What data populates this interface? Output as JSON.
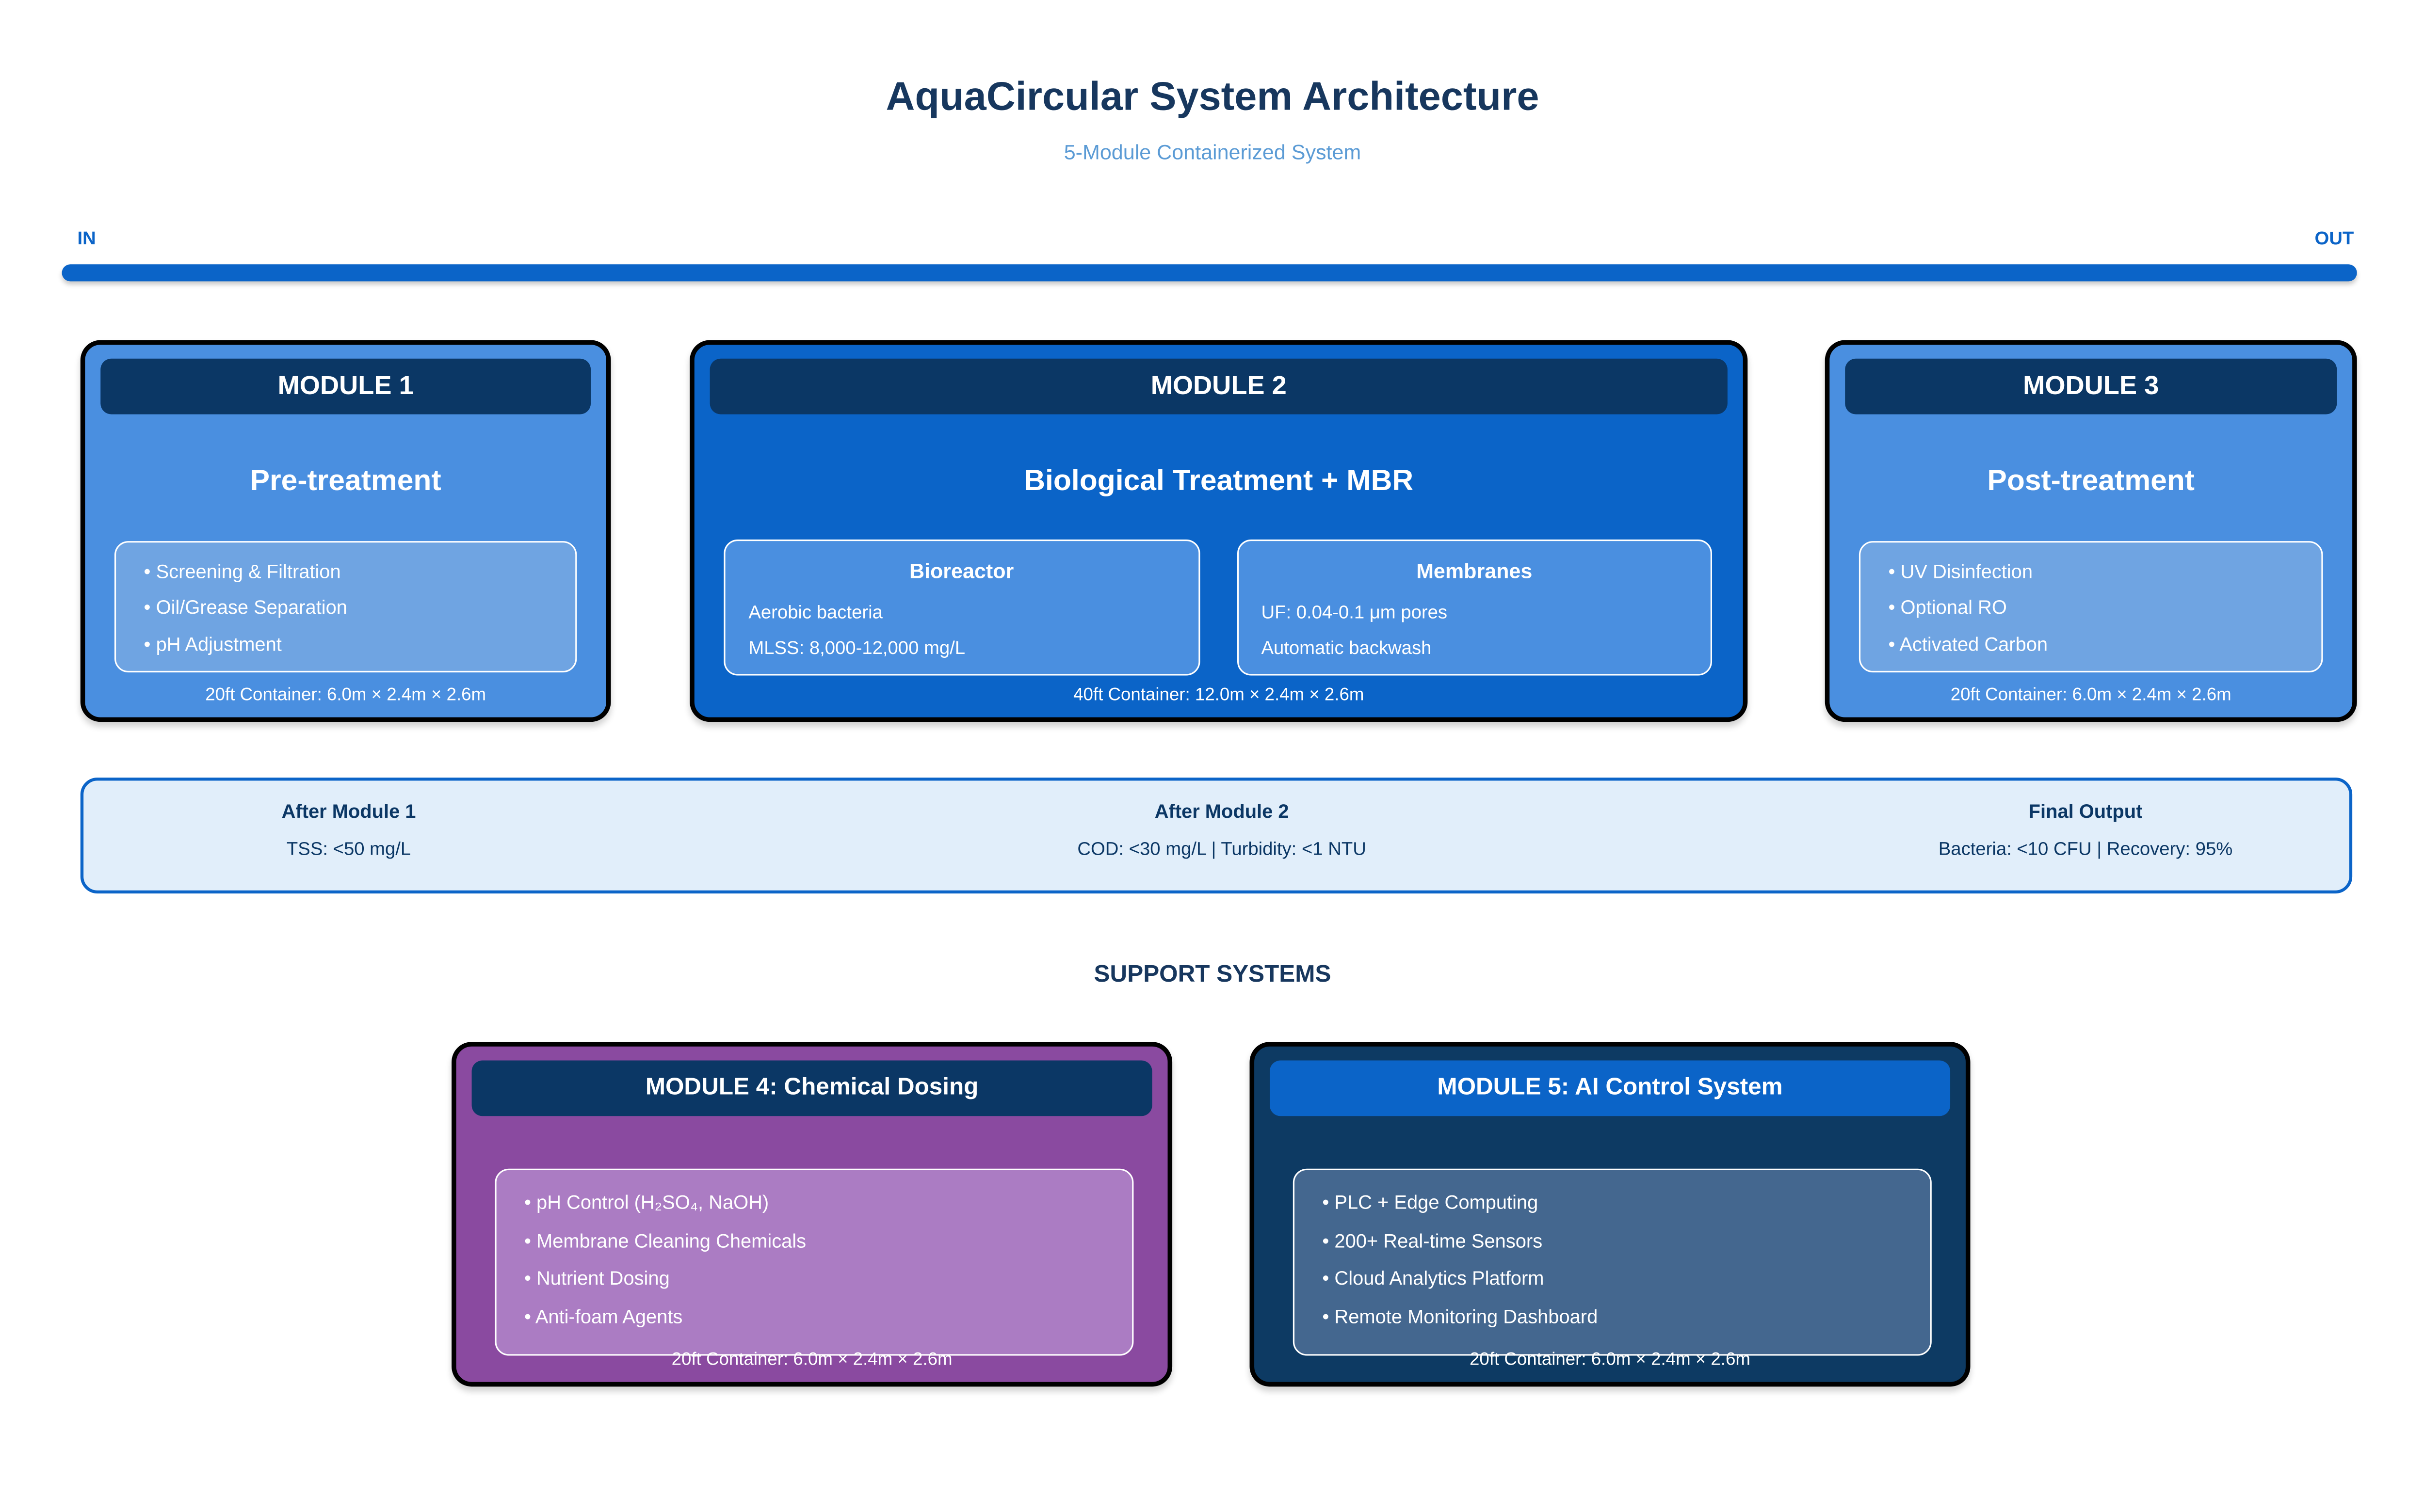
{
  "header": {
    "title": "AquaCircular System Architecture",
    "subtitle": "5-Module Containerized System"
  },
  "flow": {
    "in_label": "IN",
    "out_label": "OUT"
  },
  "colors": {
    "accent_blue": "#0B64C8",
    "navy": "#0B3765",
    "title_navy": "#17375E",
    "module_blue": "#4A8FE0",
    "panel_light_blue": "#6FA4E2",
    "strip_bg": "#E1EEFA",
    "purple": "#8A4AA0",
    "purple_light": "#AB7CC3",
    "dark_navy_module": "#0D3A63",
    "steel_blue_panel": "#44678F",
    "subtitle_blue": "#5B9BD5"
  },
  "modules_main": [
    {
      "header": "MODULE 1",
      "subtitle": "Pre-treatment",
      "bullets": [
        "• Screening & Filtration",
        "• Oil/Grease Separation",
        "• pH Adjustment"
      ],
      "caption": "20ft Container: 6.0m × 2.4m × 2.6m"
    },
    {
      "header": "MODULE 2",
      "subtitle": "Biological Treatment + MBR",
      "subboxes": [
        {
          "title": "Bioreactor",
          "lines": [
            "Aerobic bacteria",
            "MLSS: 8,000-12,000 mg/L"
          ]
        },
        {
          "title": "Membranes",
          "lines": [
            "UF: 0.04-0.1 μm pores",
            "Automatic backwash"
          ]
        }
      ],
      "caption": "40ft Container: 12.0m × 2.4m × 2.6m"
    },
    {
      "header": "MODULE 3",
      "subtitle": "Post-treatment",
      "bullets": [
        "• UV Disinfection",
        "• Optional RO",
        "• Activated Carbon"
      ],
      "caption": "20ft Container: 6.0m × 2.4m × 2.6m"
    }
  ],
  "quality": {
    "stages": [
      {
        "title": "After Module 1",
        "value": "TSS: <50 mg/L"
      },
      {
        "title": "After Module 2",
        "value": "COD: <30 mg/L | Turbidity: <1 NTU"
      },
      {
        "title": "Final Output",
        "value": "Bacteria: <10 CFU | Recovery: 95%"
      }
    ]
  },
  "support": {
    "heading": "SUPPORT SYSTEMS",
    "modules": [
      {
        "header": "MODULE 4: Chemical Dosing",
        "bullets": [
          "• pH Control (H₂SO₄, NaOH)",
          "• Membrane Cleaning Chemicals",
          "• Nutrient Dosing",
          "• Anti-foam Agents"
        ],
        "caption": "20ft Container: 6.0m × 2.4m × 2.6m"
      },
      {
        "header": "MODULE 5: AI Control System",
        "bullets": [
          "• PLC + Edge Computing",
          "• 200+ Real-time Sensors",
          "• Cloud Analytics Platform",
          "• Remote Monitoring Dashboard"
        ],
        "caption": "20ft Container: 6.0m × 2.4m × 2.6m"
      }
    ]
  }
}
